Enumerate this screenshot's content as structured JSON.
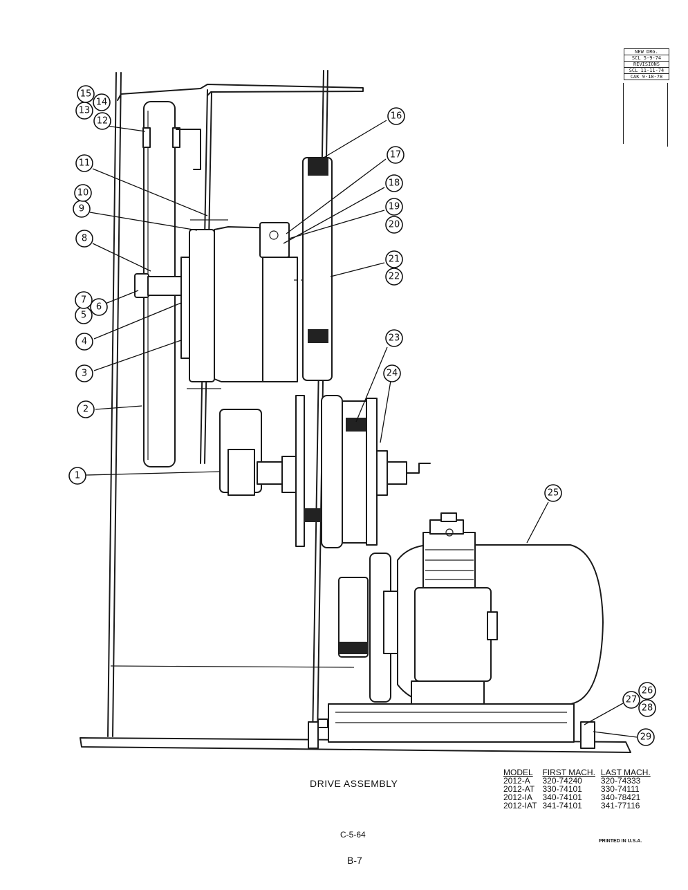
{
  "revision_block": {
    "rows": [
      "NEW DRG.",
      "SCL 5-9-74",
      "REVISIONS",
      "SCL 11-11-74",
      "CAK 9-18-78"
    ]
  },
  "callouts": [
    "1",
    "2",
    "3",
    "4",
    "5",
    "6",
    "7",
    "8",
    "9",
    "10",
    "11",
    "12",
    "13",
    "14",
    "15",
    "16",
    "17",
    "18",
    "19",
    "20",
    "21",
    "22",
    "23",
    "24",
    "25",
    "26",
    "27",
    "28",
    "29"
  ],
  "title": "DRIVE ASSEMBLY",
  "model_table": {
    "headers": [
      "MODEL",
      "FIRST MACH.",
      "LAST MACH."
    ],
    "rows": [
      [
        "2012-A",
        "320-74240",
        "320-74333"
      ],
      [
        "2012-AT",
        "330-74101",
        "330-74111"
      ],
      [
        "2012-IA",
        "340-74101",
        "340-78421"
      ],
      [
        "2012-IAT",
        "341-74101",
        "341-77116"
      ]
    ]
  },
  "drawing_number": "C-5-64",
  "page_number": "B-7",
  "printed_note": "PRINTED IN U.S.A."
}
